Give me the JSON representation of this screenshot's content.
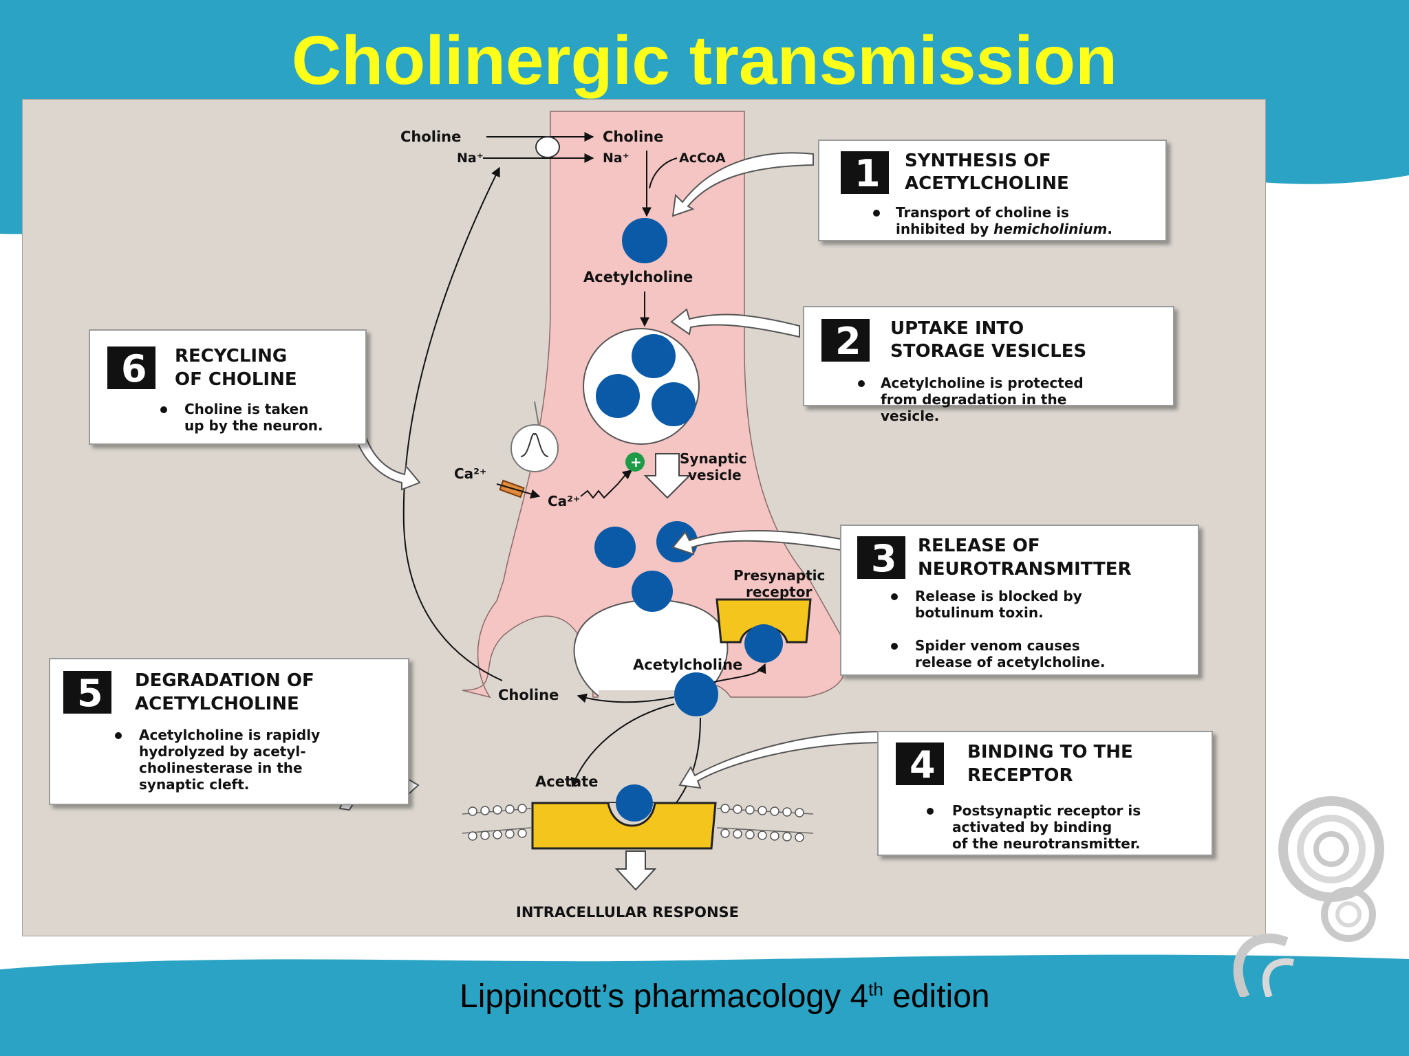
{
  "title": "Cholinergic transmission",
  "caption": {
    "text": "Lippincott’s pharmacology 4",
    "sup": "th",
    "suffix": " edition"
  },
  "labels": {
    "choline_out": "Choline",
    "na_out": "Na⁺",
    "choline_in": "Choline",
    "na_in": "Na⁺",
    "accoa": "AcCoA",
    "acetylcholine_top": "Acetylcholine",
    "ca_out": "Ca²⁺",
    "ca_in": "Ca²⁺",
    "synaptic_vesicle_1": "Synaptic",
    "synaptic_vesicle_2": "vesicle",
    "presynaptic_1": "Presynaptic",
    "presynaptic_2": "receptor",
    "acetylcholine_cleft": "Acetylcholine",
    "choline_cleft": "Choline",
    "acetate": "Acetate",
    "intracellular": "INTRACELLULAR RESPONSE"
  },
  "steps": [
    {
      "num": "1",
      "head1": "SYNTHESIS OF",
      "head2": "ACETYLCHOLINE",
      "b1l1": "Transport of choline is",
      "b1l2a": "inhibited by ",
      "b1l2b": "hemicholinium",
      "b1l2c": "."
    },
    {
      "num": "2",
      "head1": "UPTAKE INTO",
      "head2": "STORAGE VESICLES",
      "b1l1": "Acetylcholine is protected",
      "b1l2": "from degradation in the",
      "b1l3": "vesicle."
    },
    {
      "num": "3",
      "head1": "RELEASE OF",
      "head2": "NEUROTRANSMITTER",
      "b1l1": "Release is blocked by",
      "b1l2": "botulinum toxin.",
      "b2l1": "Spider venom causes",
      "b2l2": "release of acetylcholine."
    },
    {
      "num": "4",
      "head1": "BINDING TO THE",
      "head2": "RECEPTOR",
      "b1l1": "Postsynaptic receptor is",
      "b1l2": "activated by binding",
      "b1l3": "of the neurotransmitter."
    },
    {
      "num": "5",
      "head1": "DEGRADATION OF",
      "head2": "ACETYLCHOLINE",
      "b1l1": "Acetylcholine is rapidly",
      "b1l2": "hydrolyzed by acetyl-",
      "b1l3": "cholinesterase in the",
      "b1l4": "synaptic cleft."
    },
    {
      "num": "6",
      "head1": "RECYCLING",
      "head2": "OF CHOLINE",
      "b1l1": "Choline is taken",
      "b1l2": "up by the neuron."
    }
  ],
  "colors": {
    "title": "#ffff1a",
    "teal": "#2aa3c4",
    "panel": "#dcd6cf",
    "neuron": "#f4c5c3",
    "molecule": "#0b5aa8",
    "receptor": "#f4c51c"
  }
}
